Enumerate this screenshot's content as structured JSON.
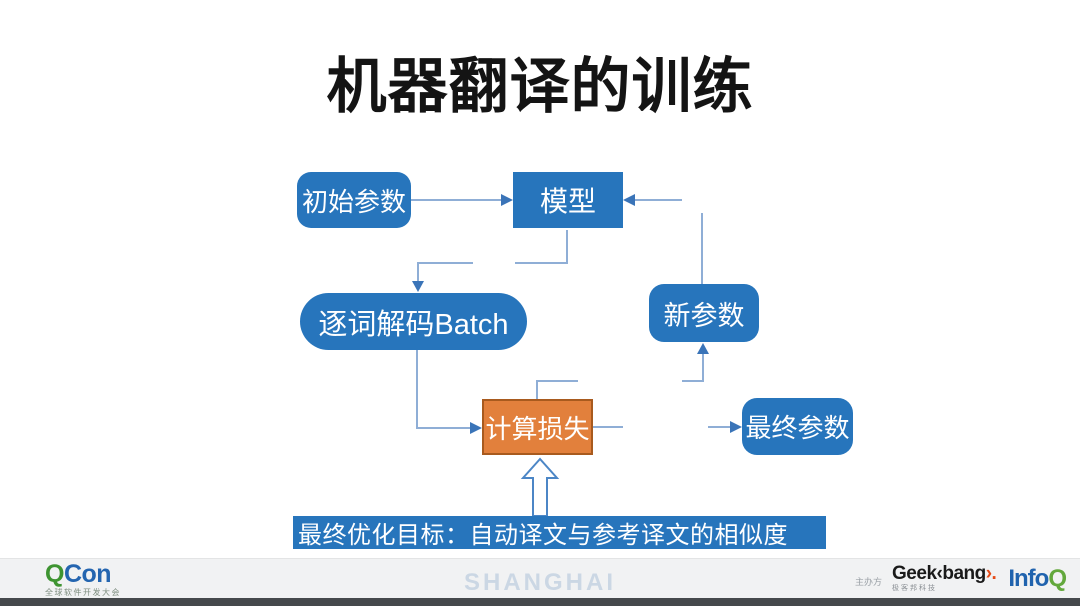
{
  "title": "机器翻译的训练",
  "diagram": {
    "nodes": [
      {
        "id": "initial-params",
        "label": "初始参数"
      },
      {
        "id": "model",
        "label": "模型"
      },
      {
        "id": "decode-batch",
        "label": "逐词解码Batch"
      },
      {
        "id": "new-params",
        "label": "新参数"
      },
      {
        "id": "compute-loss",
        "label": "计算损失"
      },
      {
        "id": "final-params",
        "label": "最终参数"
      }
    ],
    "banner": "最终优化目标：自动译文与参考译文的相似度",
    "colors": {
      "node_blue": "#2775BC",
      "loss_fill": "#E2803C",
      "loss_border": "#A85A1E",
      "connector_line": "#8FAED6",
      "arrowhead": "#3A74B8",
      "banner_bg": "#2775BC"
    }
  },
  "footer": {
    "qcon": {
      "q": "Q",
      "con": "Con",
      "tagline": "全球软件开发大会"
    },
    "city": "SHANGHAI",
    "host_label": "主办方",
    "geekbang": {
      "geek": "Geek",
      "bang": "‹bang",
      "mark": "›.",
      "tagline": "极客邦科技"
    },
    "infoq": {
      "info": "Info",
      "q": "Q"
    },
    "colors": {
      "qcon_green": "#3E9431",
      "qcon_blue": "#2465B0",
      "geekbang_accent": "#E54B17",
      "infoq_blue": "#2063AE",
      "infoq_green": "#63A83C",
      "shanghai_text": "#CBD7E4"
    }
  }
}
